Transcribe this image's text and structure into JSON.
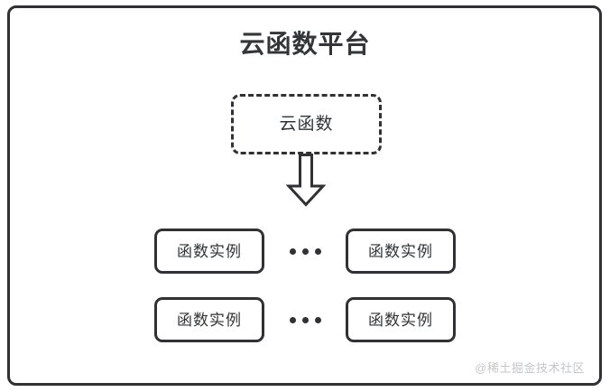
{
  "diagram": {
    "title": "云函数平台",
    "cloud_function": {
      "label": "云函数"
    },
    "arrow": {
      "icon": "down-block-arrow-icon",
      "color": "#2f3134"
    },
    "instance_rows": [
      {
        "left_label": "函数实例",
        "ellipsis": "···",
        "right_label": "函数实例"
      },
      {
        "left_label": "函数实例",
        "ellipsis": "···",
        "right_label": "函数实例"
      }
    ],
    "watermark": "@稀土掘金技术社区",
    "colors": {
      "stroke": "#2f3134",
      "title_text": "#333538",
      "body_text": "#303336",
      "watermark_text": "#c3c5c8",
      "background": "#ffffff"
    }
  }
}
